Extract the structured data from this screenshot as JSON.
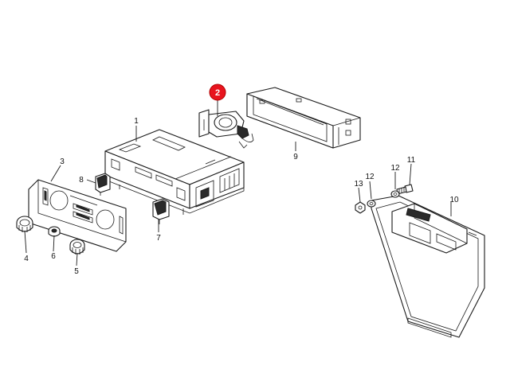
{
  "highlight_color": "#e8141e",
  "labels": {
    "p1": "1",
    "p2": "2",
    "p3": "3",
    "p4": "4",
    "p5": "5",
    "p6": "6",
    "p7": "7",
    "p8": "8",
    "p9": "9",
    "p10": "10",
    "p11": "11",
    "p12": "12",
    "p13": "13"
  }
}
